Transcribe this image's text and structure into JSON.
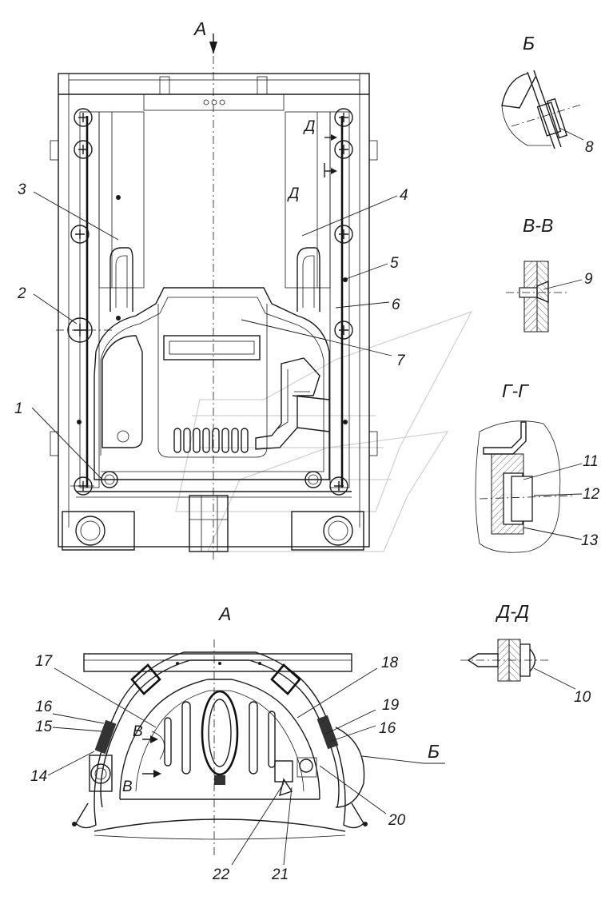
{
  "views": {
    "top_arrow": "А",
    "bottom_view": "А",
    "view_b": "Б",
    "view_b_ref": "Б",
    "section_vv": "В-В",
    "section_gg": "Г-Г",
    "section_dd": "Д-Д",
    "mark_d1": "Д",
    "mark_d2": "Д",
    "mark_v1": "В",
    "mark_v2": "В"
  },
  "callouts": [
    "1",
    "2",
    "3",
    "4",
    "5",
    "6",
    "7",
    "8",
    "9",
    "10",
    "11",
    "12",
    "13",
    "14",
    "15",
    "16",
    "16",
    "17",
    "18",
    "19",
    "20",
    "21",
    "22"
  ]
}
